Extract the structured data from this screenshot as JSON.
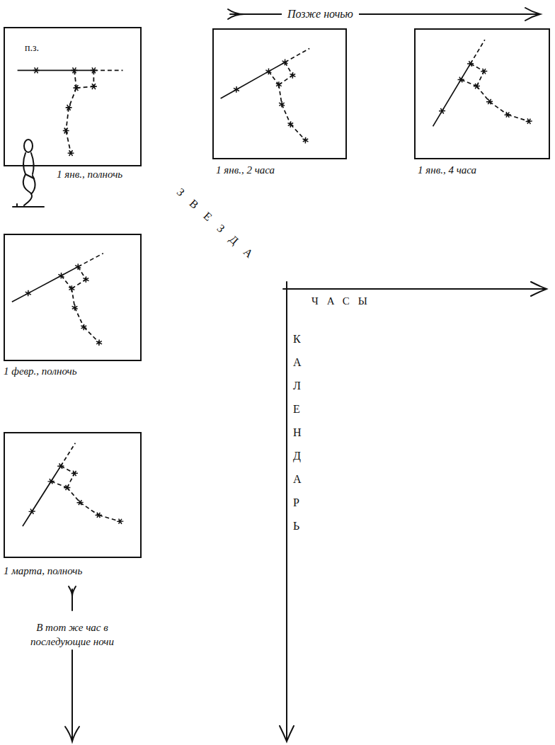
{
  "diagram": {
    "nodes": [
      {
        "text": [
          "п.з.",
          "1 янв., полночь"
        ]
      },
      {
        "text": [
          "1 янв., 2 часа"
        ]
      },
      {
        "text": [
          "1 янв., 4 часа"
        ]
      },
      {
        "text": [
          "1 февр., полночь"
        ]
      },
      {
        "text": [
          "1 марта, полночь"
        ]
      }
    ],
    "labels": [
      "Позже ночью",
      "ЗВЕЗДА",
      "ЧАСЫ",
      "КАЛЕНДАРЬ",
      "В тот же час в последующие ночи"
    ]
  }
}
